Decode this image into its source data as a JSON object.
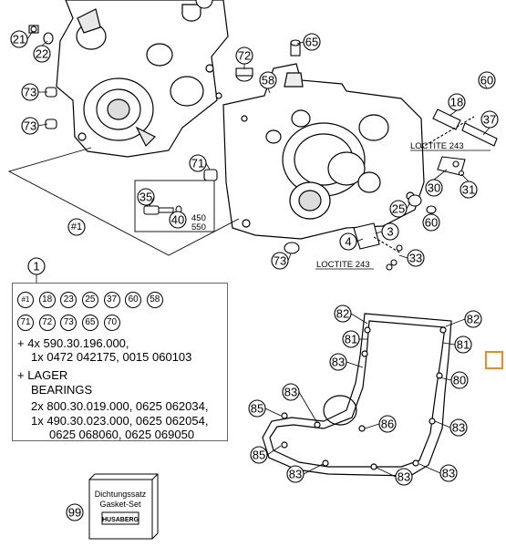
{
  "callouts": {
    "c21": "21",
    "c22": "22",
    "c73a": "73",
    "c73b": "73",
    "c72": "72",
    "c65": "65",
    "c58": "58",
    "c18": "18",
    "c60a": "60",
    "c37": "37",
    "c71": "71",
    "c35": "35",
    "c40": "40",
    "c1": "#1",
    "c25": "25",
    "c60b": "60",
    "c30": "30",
    "c31": "31",
    "c3": "3",
    "c4": "4",
    "c33": "33",
    "c73c": "73",
    "c82a": "82",
    "c82b": "82",
    "c81a": "81",
    "c81b": "81",
    "c83a": "83",
    "c80": "80",
    "c83b": "83",
    "c86": "86",
    "c85a": "85",
    "c85b": "85",
    "c83c": "83",
    "c83d": "83",
    "c83e": "83",
    "c83f": "83",
    "c99": "99",
    "c1b": "1"
  },
  "notes": {
    "loctite_top": "LOCTITE 243",
    "loctite_bottom": "LOCTITE 243",
    "size_a": "450",
    "size_b": "550"
  },
  "parts_box": {
    "row1": [
      "#1",
      "18",
      "23",
      "25",
      "37",
      "60",
      "58"
    ],
    "row2": [
      "71",
      "72",
      "73",
      "65",
      "70"
    ],
    "line1": "+ 4x 590.30.196.000,",
    "line2": "1x 0472 042175, 0015 060103",
    "line3": "+ LAGER",
    "line4": "BEARINGS",
    "line5": "2x 800.30.019.000, 0625 062034,",
    "line6": "1x 490.30.023.000, 0625 062054,",
    "line7": "0625 068060, 0625 069050"
  },
  "gasket_set": {
    "line1": "Dichtungssatz",
    "line2": "Gasket-Set",
    "brand": "HUSABERG"
  },
  "colors": {
    "accent": "#f08a1c",
    "ink": "#000000"
  }
}
